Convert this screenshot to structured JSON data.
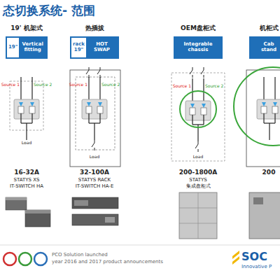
{
  "diagram": {
    "title": "态切换系统- 范围",
    "nodes": [
      {
        "text": [
          "19\"",
          "Vertical fitting"
        ]
      },
      {
        "text": [
          "rack",
          "19\"",
          "HOT SWAP"
        ]
      },
      {
        "text": [
          "Integrable chassis"
        ]
      },
      {
        "text": [
          "Cab",
          "stand"
        ]
      }
    ],
    "labels": [
      "19' 机架式",
      "热插拔",
      "OEM盘柜式",
      "机柜式",
      "Source 1",
      "Source 2",
      "Load",
      "Source 1",
      "Source 2",
      "Load",
      "Source 1",
      "Source 2",
      "Load",
      "16-32A",
      "32-100A",
      "200-1800A",
      "200",
      "STATYS XS",
      "IT-SWITCH HA",
      "STATYS RACK",
      "IT-SWITCH HA-E",
      "STATYS",
      "集成盘柜式",
      "PCO Solution launched",
      "year 2016 and 2017 product announcements",
      "SOC",
      "Innovative P"
    ]
  }
}
